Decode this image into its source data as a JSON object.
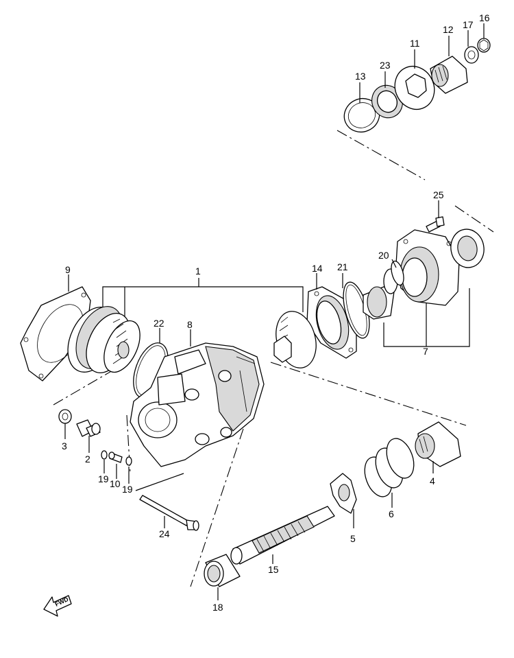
{
  "diagram": {
    "callouts": {
      "c1": "1",
      "c2": "2",
      "c3": "3",
      "c4": "4",
      "c5": "5",
      "c6": "6",
      "c7": "7",
      "c8": "8",
      "c9": "9",
      "c10": "10",
      "c11": "11",
      "c12": "12",
      "c13": "13",
      "c14": "14",
      "c15": "15",
      "c16": "16",
      "c17": "17",
      "c18": "18",
      "c19a": "19",
      "c19b": "19",
      "c20": "20",
      "c21": "21",
      "c22": "22",
      "c23": "23",
      "c24": "24",
      "c25": "25"
    },
    "direction_arrow": "FWD"
  }
}
